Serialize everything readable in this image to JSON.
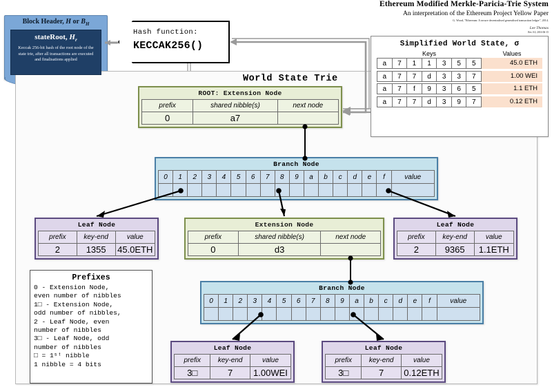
{
  "header": {
    "title": "Ethereum Modified Merkle-Paricia-Trie System",
    "subtitle": "An interpretation of the Ethereum Project Yellow Paper",
    "citation": "G. Wood, \"Ethereum: A secure decentralised generalised transaction ledger\", 2014.",
    "author": "Lee Thomas",
    "version": "Rev 0.0, 2016-06-15"
  },
  "block_header": {
    "title_main": "Block Header,",
    "title_sym1": "H",
    "title_or": "or",
    "title_sym2": "B",
    "title_sym2_sub": "H",
    "state_root_label": "stateRoot,",
    "state_root_sym": "H",
    "state_root_sub": "r",
    "description": "Keccak 256-bit hash of the root node of the state trie, after all transactions are executed and finalisations applied"
  },
  "hash_function": {
    "label": "Hash function:",
    "name": "KECCAK256()"
  },
  "trie": {
    "title": "World State Trie"
  },
  "world_state": {
    "title": "Simplified World State, σ",
    "keys_header": "Keys",
    "values_header": "Values",
    "rows": [
      {
        "key": [
          "a",
          "7",
          "1",
          "1",
          "3",
          "5",
          "5"
        ],
        "value": "45.0 ETH"
      },
      {
        "key": [
          "a",
          "7",
          "7",
          "d",
          "3",
          "3",
          "7"
        ],
        "value": "1.00 WEI"
      },
      {
        "key": [
          "a",
          "7",
          "f",
          "9",
          "3",
          "6",
          "5"
        ],
        "value": "1.1 ETH"
      },
      {
        "key": [
          "a",
          "7",
          "7",
          "d",
          "3",
          "9",
          "7"
        ],
        "value": "0.12 ETH"
      }
    ]
  },
  "nodes": {
    "root_extension": {
      "title": "ROOT: Extension Node",
      "headers": [
        "prefix",
        "shared nibble(s)",
        "next node"
      ],
      "values": [
        "0",
        "a7",
        ""
      ]
    },
    "branch_top": {
      "title": "Branch Node",
      "headers": [
        "0",
        "1",
        "2",
        "3",
        "4",
        "5",
        "6",
        "7",
        "8",
        "9",
        "a",
        "b",
        "c",
        "d",
        "e",
        "f",
        "value"
      ],
      "pointers": [
        "1",
        "7",
        "f"
      ]
    },
    "leaf_left": {
      "title": "Leaf Node",
      "headers": [
        "prefix",
        "key-end",
        "value"
      ],
      "values": [
        "2",
        "1355",
        "45.0ETH"
      ]
    },
    "extension_mid": {
      "title": "Extension Node",
      "headers": [
        "prefix",
        "shared nibble(s)",
        "next node"
      ],
      "values": [
        "0",
        "d3",
        ""
      ]
    },
    "leaf_right": {
      "title": "Leaf Node",
      "headers": [
        "prefix",
        "key-end",
        "value"
      ],
      "values": [
        "2",
        "9365",
        "1.1ETH"
      ]
    },
    "branch_bottom": {
      "title": "Branch Node",
      "headers": [
        "0",
        "1",
        "2",
        "3",
        "4",
        "5",
        "6",
        "7",
        "8",
        "9",
        "a",
        "b",
        "c",
        "d",
        "e",
        "f",
        "value"
      ],
      "pointers": [
        "3",
        "9"
      ]
    },
    "leaf_bottom_left": {
      "title": "Leaf Node",
      "headers": [
        "prefix",
        "key-end",
        "value"
      ],
      "values": [
        "3□",
        "7",
        "1.00WEI"
      ]
    },
    "leaf_bottom_right": {
      "title": "Leaf Node",
      "headers": [
        "prefix",
        "key-end",
        "value"
      ],
      "values": [
        "3□",
        "7",
        "0.12ETH"
      ]
    }
  },
  "prefixes": {
    "title": "Prefixes",
    "text": "0 - Extension Node,\neven number of nibbles\n1□ - Extension Node,\nodd number of nibbles,\n2 - Leaf Node, even\nnumber of nibbles\n3□ - Leaf Node, odd\nnumber of nibbles\n□ = 1ˢᵗ nibble\n1 nibble = 4 bits"
  },
  "colors": {
    "extension": "#e8eed6",
    "leaf": "#ded6ea",
    "branch": "#c5e2ec",
    "value_cell": "#fbe0cd",
    "block_header": "#7ba7d7",
    "state_root": "#1f3f66"
  }
}
